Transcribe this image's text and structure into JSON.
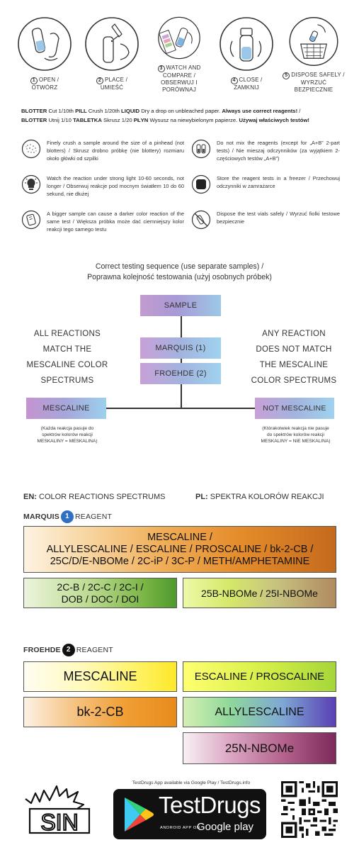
{
  "steps": [
    {
      "num": "1",
      "en": "OPEN /",
      "pl": "OTWÓRZ"
    },
    {
      "num": "2",
      "en": "PLACE /",
      "pl": "UMIEŚĆ"
    },
    {
      "num": "3",
      "en": "WATCH AND COMPARE /",
      "pl": "OBSERWUJ I PORÓWNAJ"
    },
    {
      "num": "4",
      "en": "CLOSE /",
      "pl": "ZAMKNIJ"
    },
    {
      "num": "5",
      "en": "DISPOSE SAFELY /",
      "pl": "WYRZUĆ BEZPIECZNIE"
    }
  ],
  "instructions": {
    "en": {
      "blotter_label": "BLOTTER",
      "blotter": " Cut 1/10th ",
      "pill_label": "PILL",
      "pill": " Crush 1/20th ",
      "liquid_label": "LIQUID",
      "liquid": " Dry a drop on unbleached paper. ",
      "always": "Always use correct reagents!",
      "tail": " /"
    },
    "pl": {
      "blotter_label": "BLOTTER",
      "blotter": " Utnij 1/10 ",
      "pill_label": "TABLETKA",
      "pill": " Skrusz 1/20 ",
      "liquid_label": "PŁYN",
      "liquid": " Wysusz na niewybielonym papierze. ",
      "always": "Używaj właściwych testów!"
    }
  },
  "tips": [
    {
      "icon": "dots-sample-icon",
      "text": "Finely crush a sample around the size of a pinhead (not blotters)  / Skrusz drobno próbkę (nie blottery) rozmiaru około główki od szpilki"
    },
    {
      "icon": "bulb-icon",
      "text": "Watch the reaction under strong light 10-60 seconds, not longer / Obserwuj reakcje pod mocnym światłem 10 do 60 sekund, nie dłużej"
    },
    {
      "icon": "sample-size-icon",
      "text": "A bigger sample can cause a darker color reaction of the same test / Większa próbka może dać ciemniejszy kolor reakcji tego samego testu"
    },
    {
      "icon": "vials-icon",
      "text": "Do not mix the reagents (except for „A+B” 2-part tests) / Nie mieszaj odczynników (za wyjątkiem 2-częściowych testów „A+B”)"
    },
    {
      "icon": "freezer-icon",
      "text": "Store the reagent tests in a freezer / Przechowuj odczynniki w zamrażarce"
    },
    {
      "icon": "no-litter-icon",
      "text": "Dispose the test vials safely / Wyrzuć fiolki testowe bezpiecznie"
    }
  ],
  "flow": {
    "title_line1": "Correct testing sequence (use separate samples) /",
    "title_line2": "Poprawna kolejność testowania (użyj osobnych próbek)",
    "sample": "SAMPLE",
    "marquis": "MARQUIS (1)",
    "froehde": "FROEHDE (2)",
    "left_text": [
      "ALL REACTIONS",
      "MATCH THE",
      "MESCALINE COLOR",
      "SPECTRUMS"
    ],
    "right_text": [
      "ANY REACTION",
      "DOES NOT MATCH",
      "THE MESCALINE",
      "COLOR SPECTRUMS"
    ],
    "mescaline": "MESCALINE",
    "not_mescaline": "NOT MESCALINE",
    "left_sub": [
      "(Każda reakcja pasuje do",
      "spektrów kolorów reakcji",
      "MESKALINY = MESKALINA)"
    ],
    "right_sub": [
      "(Którakolwiek reakcja nie pasuje",
      "do spektrów kolorów reakcji",
      "MESKALINY = NIE MESKALINA)"
    ]
  },
  "spectrums": {
    "en_label": "EN:",
    "en_text": " COLOR REACTIONS SPECTRUMS",
    "pl_label": "PL:",
    "pl_text": " SPEKTRA KOLORÓW REAKCJI",
    "marquis": {
      "name": "MARQUIS",
      "num": "1",
      "suffix": "REAGENT",
      "badge_color": "#2f6fc4",
      "boxes": [
        {
          "lines": [
            "MESCALINE /",
            "ALLYLESCALINE / ESCALINE / PROSCALINE / bk-2-CB /",
            "25C/D/E-NBOMe / 2C-iP / 3C-P / METH/AMPHETAMINE"
          ]
        },
        {
          "lines": [
            "2C-B / 2C-C / 2C-I /",
            "DOB / DOC / DOI"
          ]
        },
        {
          "lines": [
            "25B-NBOMe / 25I-NBOMe"
          ]
        }
      ]
    },
    "froehde": {
      "name": "FROEHDE",
      "num": "2",
      "suffix": "REAGENT",
      "badge_color": "#111111",
      "boxes": [
        {
          "lines": [
            "MESCALINE"
          ]
        },
        {
          "lines": [
            "ESCALINE / PROSCALINE"
          ]
        },
        {
          "lines": [
            "bk-2-CB"
          ]
        },
        {
          "lines": [
            "ALLYLESCALINE"
          ]
        },
        {
          "lines": [
            "25N-NBOMe"
          ]
        }
      ]
    }
  },
  "footer": {
    "logo": "SIN",
    "note": "TestDrugs App available via Google Play / TestDrugs.info",
    "app_name": "TestDrugs",
    "android_label": "ANDROID APP ON",
    "store": "Google play"
  }
}
